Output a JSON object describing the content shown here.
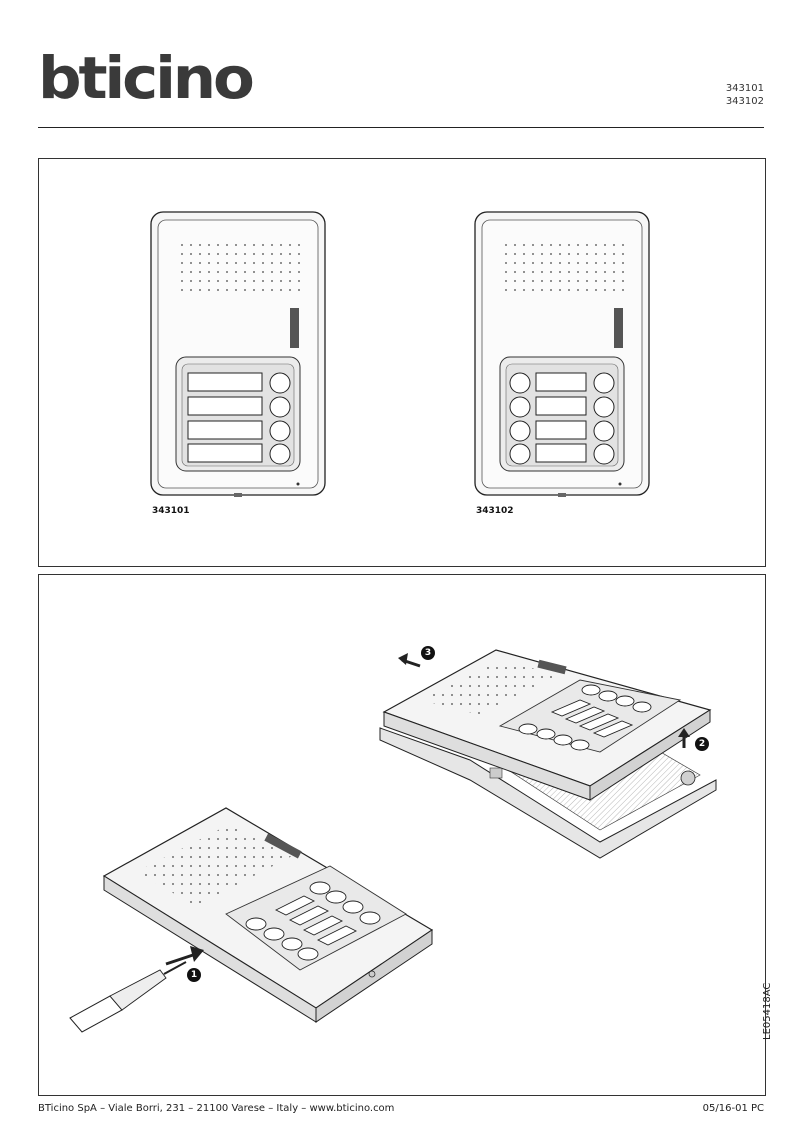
{
  "header": {
    "brand": "bticino",
    "codes": [
      "343101",
      "343102"
    ]
  },
  "products": [
    {
      "code": "343101"
    },
    {
      "code": "343102"
    }
  ],
  "steps": [
    "1",
    "2",
    "3"
  ],
  "document_code": "LE05418AC",
  "footer": {
    "company": "BTicino SpA – Viale Borri, 231 – 21100 Varese – Italy – www.bticino.com",
    "date": "05/16-01 PC"
  }
}
